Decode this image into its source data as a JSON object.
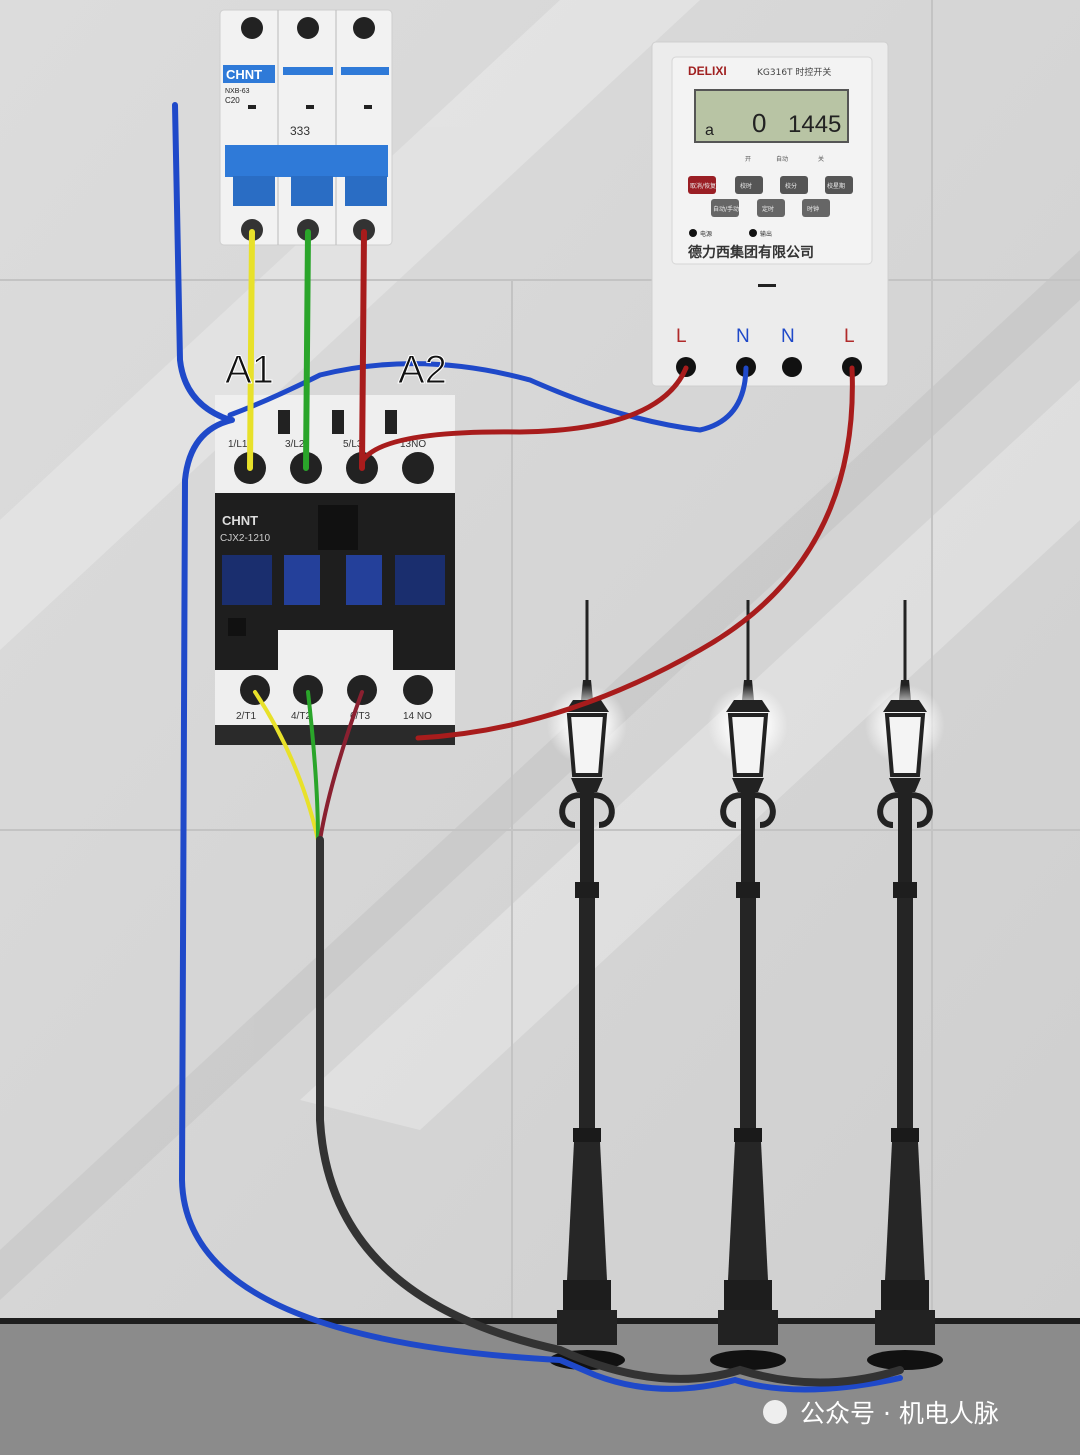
{
  "labels": {
    "a1": "A1",
    "a2": "A2"
  },
  "breaker": {
    "brand": "CHNT",
    "model": "NXB-63",
    "rating": "C20",
    "handle_marks": "333"
  },
  "contactor": {
    "brand": "CHNT",
    "model": "CJX2-1210",
    "top_terminals": [
      "1/L1",
      "3/L2",
      "5/L3",
      "13NO"
    ],
    "bottom_terminals": [
      "2/T1",
      "4/T2",
      "6/T3",
      "14 NO"
    ]
  },
  "timer": {
    "brand": "DELIXI",
    "model": "KG316T 时控开关",
    "display_day": "a",
    "display_mode": "0",
    "display_time": "1445",
    "status_labels": [
      "开",
      "自动",
      "关"
    ],
    "buttons": [
      "取消/恢复",
      "校时",
      "校分",
      "校星期",
      "自动/手动",
      "定时",
      "时钟"
    ],
    "leds": [
      "电源",
      "输出"
    ],
    "manufacturer": "德力西集团有限公司",
    "terminals": [
      "L",
      "N",
      "N",
      "L"
    ]
  },
  "watermark": "公众号 · 机电人脉",
  "colors": {
    "wire_blue": "#1f49c9",
    "wire_red": "#a81c1c",
    "wire_yellow": "#e8e12a",
    "wire_green": "#2aa52a",
    "cable_black": "#333333",
    "breaker_blue": "#2f7ad8",
    "lcd": "#b8c4a4"
  }
}
